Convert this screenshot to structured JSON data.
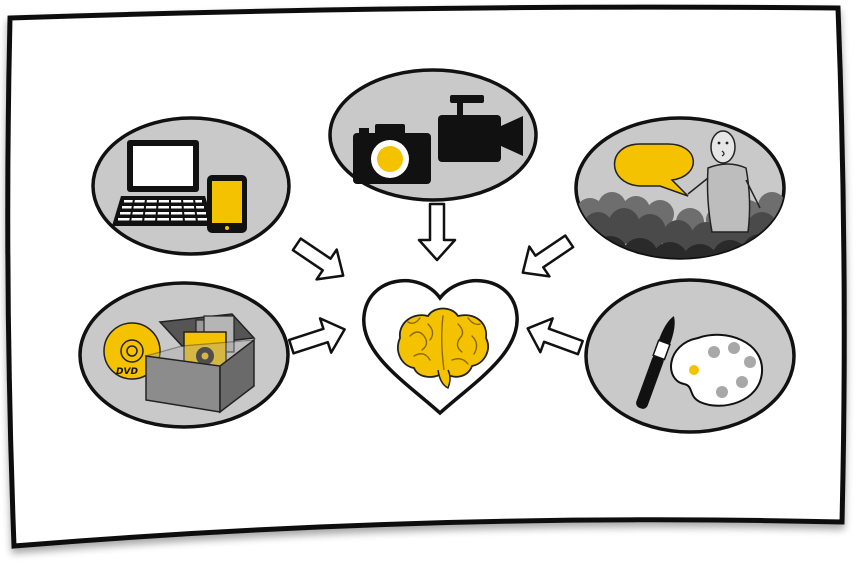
{
  "diagram": {
    "center": {
      "icon": "brain-in-heart-icon"
    },
    "nodes": [
      {
        "id": "devices",
        "icon": "laptop-tablet-icon"
      },
      {
        "id": "media",
        "icon": "camera-camcorder-icon"
      },
      {
        "id": "talk",
        "icon": "speaker-audience-icon"
      },
      {
        "id": "dvd-box",
        "icon": "dvd-box-icon",
        "label": "DVD"
      },
      {
        "id": "painting",
        "icon": "paintbrush-palette-icon"
      }
    ],
    "edges": [
      {
        "from": "devices",
        "to": "center"
      },
      {
        "from": "media",
        "to": "center"
      },
      {
        "from": "talk",
        "to": "center"
      },
      {
        "from": "dvd-box",
        "to": "center"
      },
      {
        "from": "painting",
        "to": "center"
      }
    ]
  },
  "colors": {
    "accent": "#f5c200",
    "node_fill": "#c9c9c9",
    "outline": "#111111",
    "paper": "#ffffff"
  }
}
